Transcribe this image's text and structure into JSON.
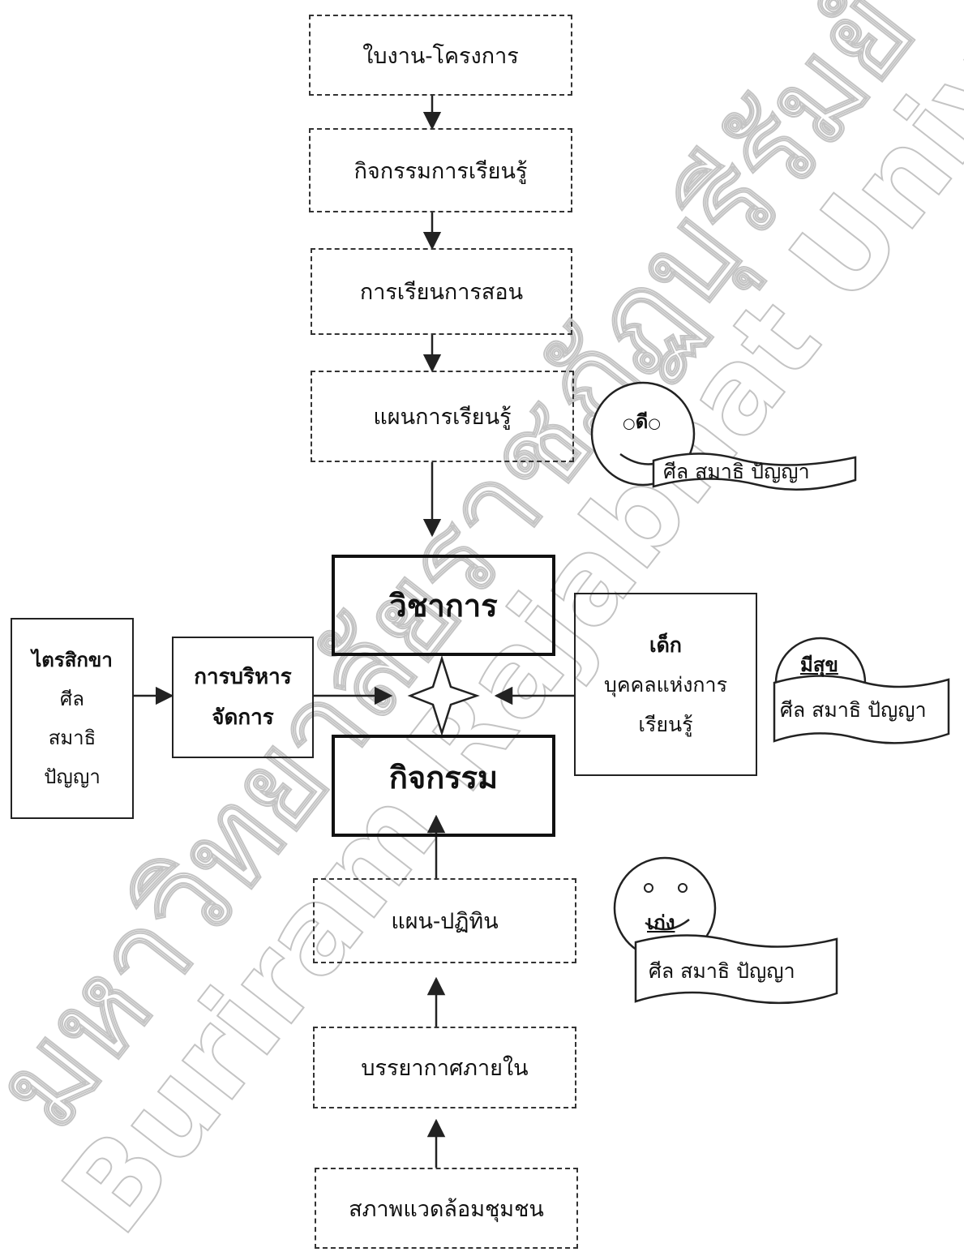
{
  "watermark": {
    "line1": "มหาวิทยาลัยราชภัฏบุรีรัมย์",
    "line2": "Buriram Rajabhat University"
  },
  "top_chain": [
    "ใบงาน-โครงการ",
    "กิจกรรมการเรียนรู้",
    "การเรียนการสอน",
    "แผนการเรียนรู้"
  ],
  "center": {
    "top_label": "วิชาการ",
    "bottom_label": "กิจกรรม"
  },
  "left": {
    "trisikkha_lines": [
      "ไตรสิกขา",
      "ศีล",
      "สมาธิ",
      "ปัญญา"
    ],
    "management_lines": [
      "การบริหาร",
      "จัดการ"
    ]
  },
  "right": {
    "child_lines": [
      "เด็ก",
      "บุคคลแห่งการ",
      "เรียนรู้"
    ]
  },
  "bottom_chain": [
    "แผน-ปฏิทิน",
    "บรรยากาศภายใน",
    "สภาพแวดล้อมชุมชน"
  ],
  "faces": {
    "good": {
      "face_label": "ดี",
      "banner": "ศีล สมาธิ ปัญญา"
    },
    "happy": {
      "face_label": "มีสุข",
      "banner": "ศีล สมาธิ ปัญญา"
    },
    "smart": {
      "face_label": "เก่ง",
      "banner": "ศีล สมาธิ ปัญญา"
    }
  },
  "colors": {
    "line": "#222222",
    "watermark": "#bdbdbd"
  }
}
